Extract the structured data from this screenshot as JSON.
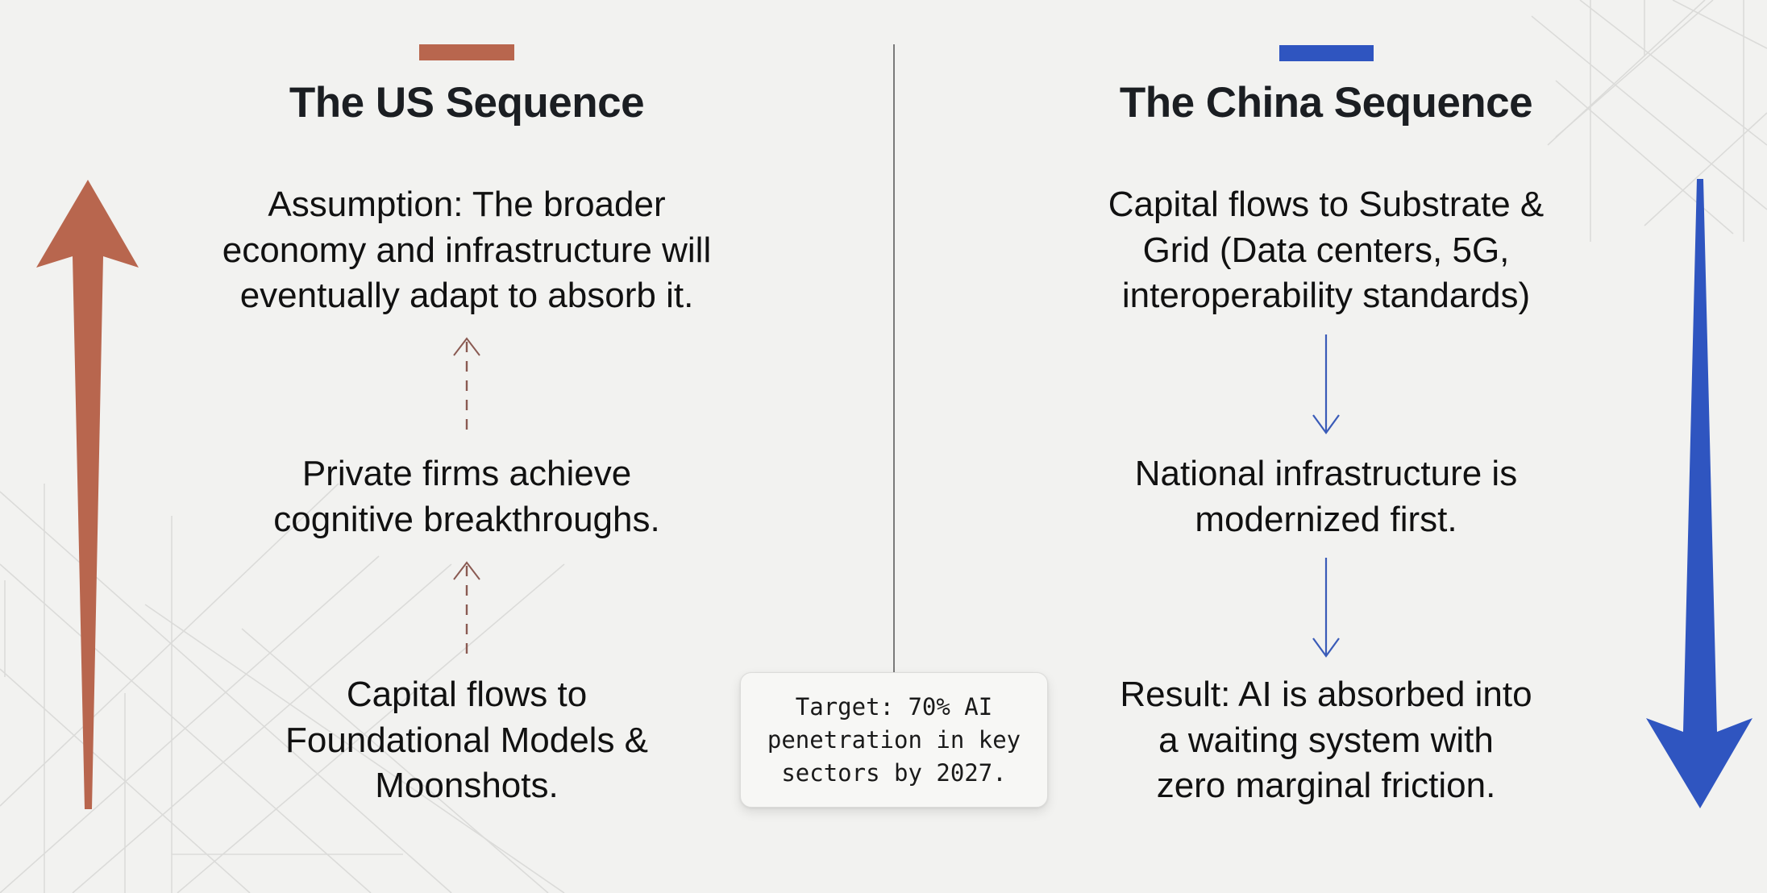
{
  "colors": {
    "background": "#f2f2f0",
    "us_accent": "#b8664e",
    "china_accent": "#2f55c0",
    "us_dashed_arrow": "#8a5a52",
    "china_thin_arrow": "#3a5bb8",
    "divider": "#7a7a7a",
    "text": "#111111",
    "heading": "#1b1e22"
  },
  "us": {
    "heading": "The US Sequence",
    "direction": "bottom-to-top",
    "steps": [
      {
        "order": 1,
        "text": "Capital flows to\nFoundational Models &\nMoonshots."
      },
      {
        "order": 2,
        "text": "Private firms achieve\ncognitive breakthroughs."
      },
      {
        "order": 3,
        "text": "Assumption: The broader\neconomy and infrastructure will\neventually adapt to absorb it."
      }
    ]
  },
  "china": {
    "heading": "The China Sequence",
    "direction": "top-to-bottom",
    "steps": [
      {
        "order": 1,
        "text": "Capital flows to Substrate &\nGrid (Data centers, 5G,\ninteroperability standards)"
      },
      {
        "order": 2,
        "text": "National infrastructure is\nmodernized first."
      },
      {
        "order": 3,
        "text": "Result: AI is absorbed into\na waiting system with\nzero marginal friction."
      }
    ]
  },
  "callout": {
    "text": "Target: 70% AI\npenetration in key\nsectors by 2027."
  },
  "icons": {
    "us_big_arrow": "arrow-up",
    "china_big_arrow": "arrow-down",
    "us_step_connectors": "dashed-arrow-up",
    "china_step_connectors": "thin-arrow-down"
  }
}
